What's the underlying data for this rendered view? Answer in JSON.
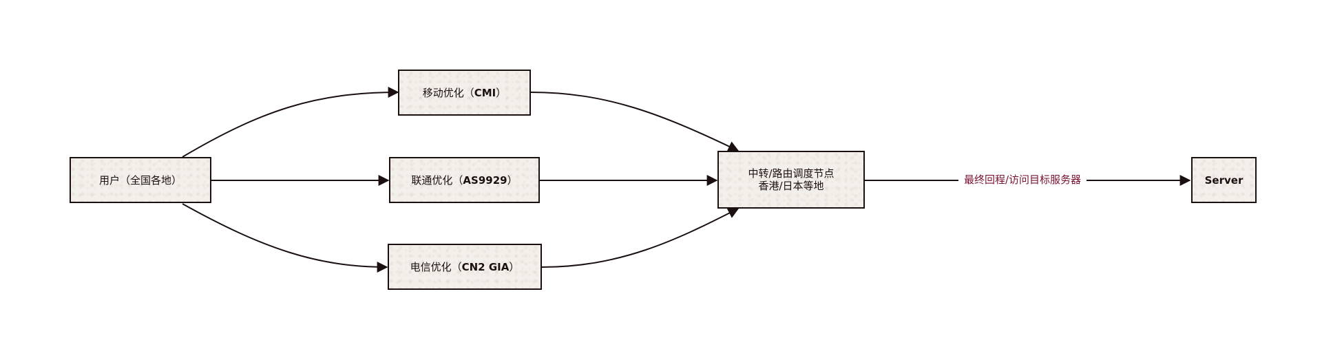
{
  "nodes": {
    "user": {
      "text": "用户（全国各地）"
    },
    "cmi": {
      "prefix": "移动优化（",
      "bold": "CMI",
      "suffix": "）"
    },
    "as9929": {
      "prefix": "联通优化（",
      "bold": "AS9929",
      "suffix": "）"
    },
    "cn2": {
      "prefix": "电信优化（",
      "bold": "CN2 GIA",
      "suffix": "）"
    },
    "relay": {
      "line1": "中转/路由调度节点",
      "line2": "香港/日本等地"
    },
    "server": {
      "text": "Server"
    }
  },
  "edges": {
    "relay_to_server_label": "最终回程/访问目标服务器"
  },
  "colors": {
    "stroke": "#1b1010",
    "node_fill": "#f3efea",
    "label": "#7a1230"
  }
}
